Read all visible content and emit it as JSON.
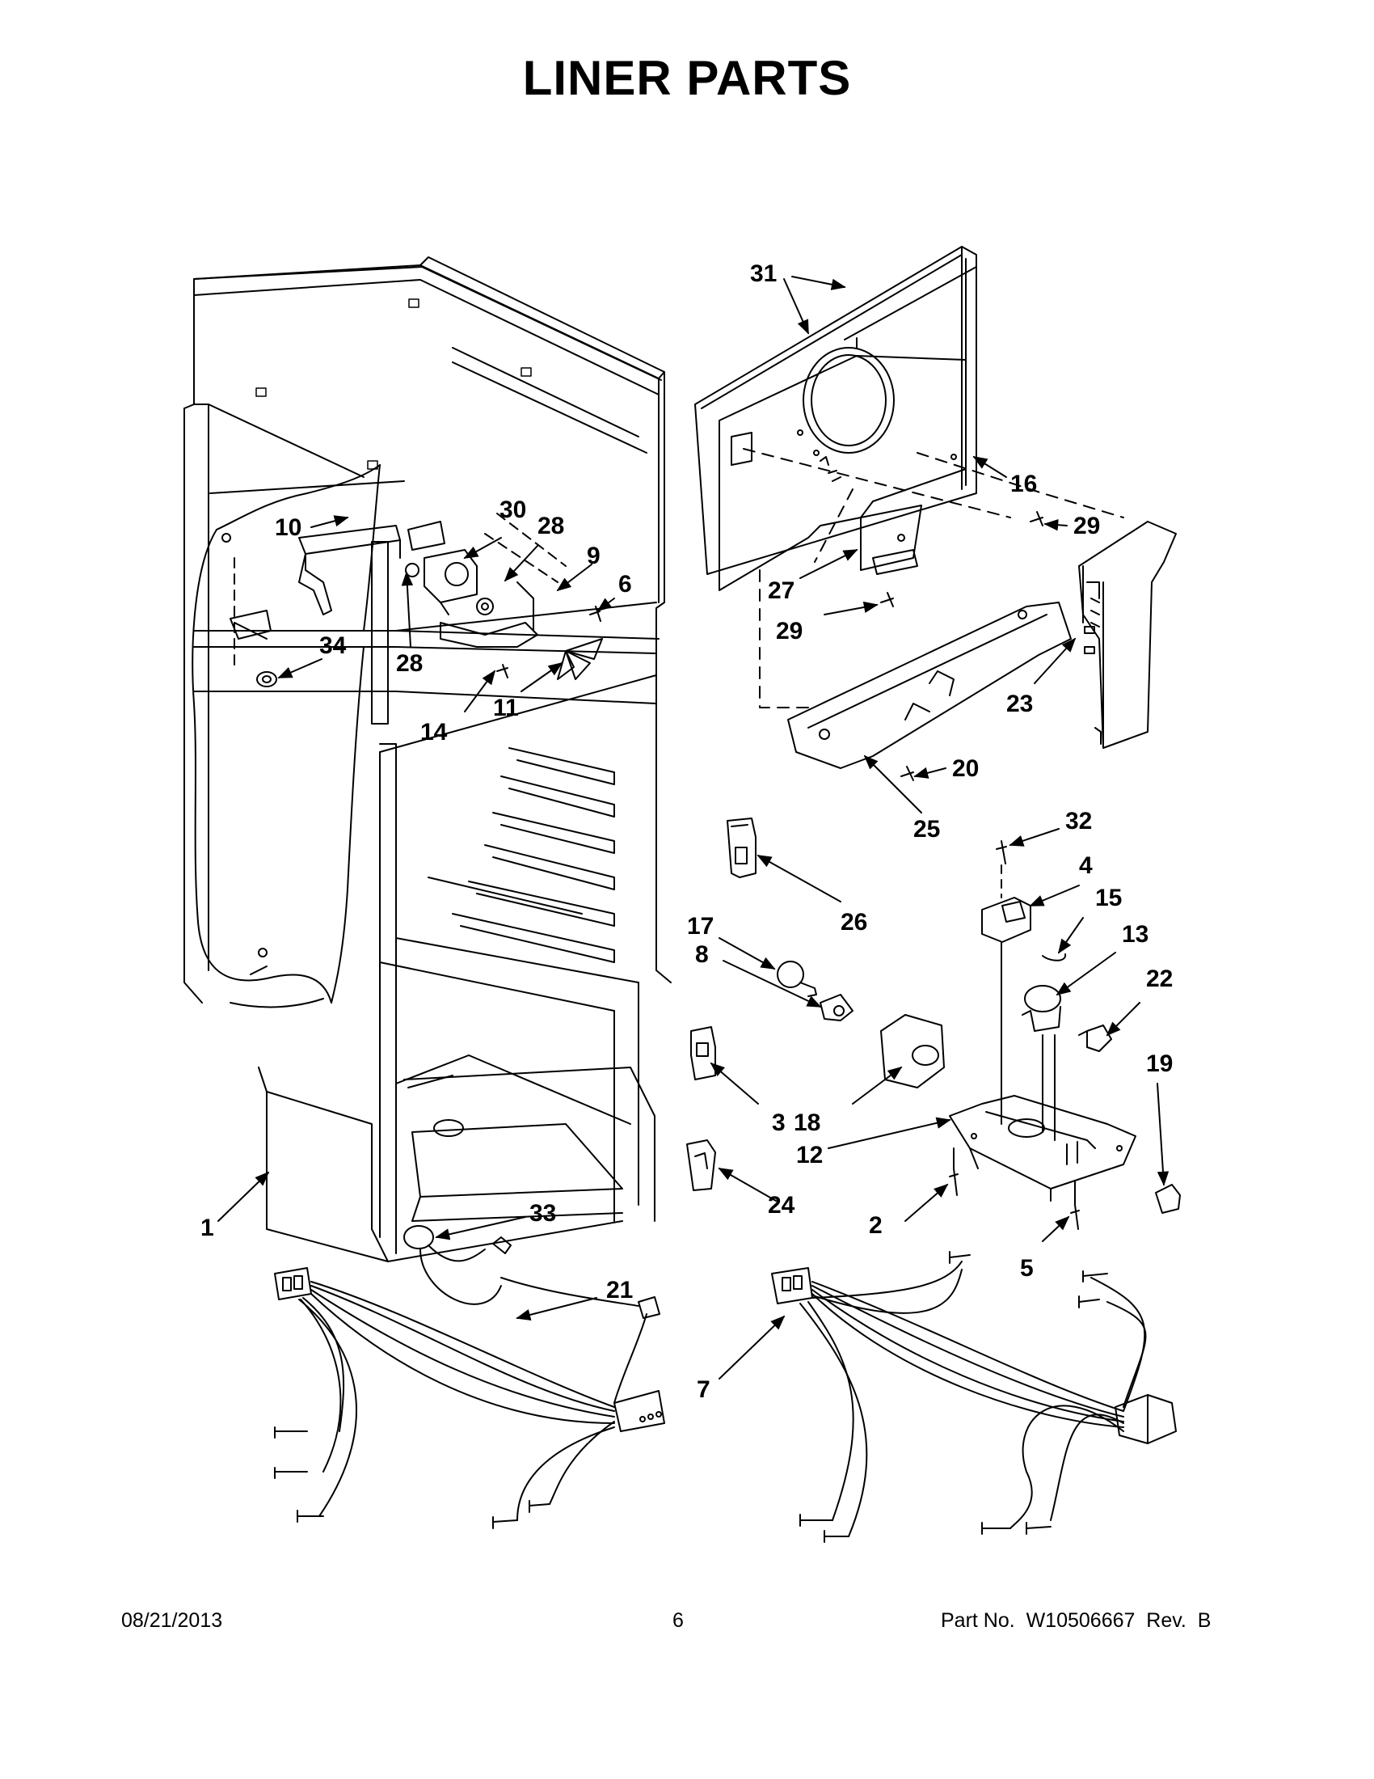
{
  "title": "LINER PARTS",
  "callouts": {
    "c31": "31",
    "c16": "16",
    "c29a": "29",
    "c27": "27",
    "c29b": "29",
    "c23": "23",
    "c20": "20",
    "c25": "25",
    "c10": "10",
    "c30": "30",
    "c28a": "28",
    "c9": "9",
    "c6": "6",
    "c34": "34",
    "c28b": "28",
    "c14": "14",
    "c11": "11",
    "c32": "32",
    "c4": "4",
    "c15": "15",
    "c13": "13",
    "c22": "22",
    "c19": "19",
    "c26": "26",
    "c17": "17",
    "c8": "8",
    "c3": "3",
    "c18": "18",
    "c12": "12",
    "c24": "24",
    "c2": "2",
    "c5": "5",
    "c1": "1",
    "c33": "33",
    "c21": "21",
    "c7": "7"
  },
  "footer": {
    "date": "08/21/2013",
    "page": "6",
    "part_no": "Part No.  W10506667  Rev.  B"
  }
}
